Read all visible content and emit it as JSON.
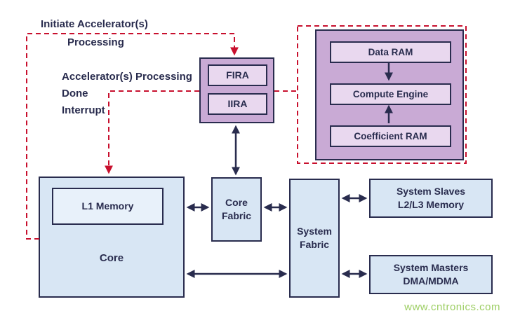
{
  "annotations": {
    "initiate": {
      "line1": "Initiate Accelerator(s)",
      "line2": "Processing"
    },
    "done": {
      "line1": "Accelerator(s) Processing",
      "line2": "Done",
      "line3": "Interrupt"
    }
  },
  "accelerator": {
    "fira": "FIRA",
    "iira": "IIRA"
  },
  "detail": {
    "data_ram": "Data RAM",
    "compute_engine": "Compute Engine",
    "coefficient_ram": "Coefficient RAM"
  },
  "core": {
    "label": "Core",
    "l1_memory": "L1 Memory"
  },
  "core_fabric": {
    "line1": "Core",
    "line2": "Fabric"
  },
  "system_fabric": {
    "line1": "System",
    "line2": "Fabric"
  },
  "system_slaves": {
    "line1": "System Slaves",
    "line2": "L2/L3 Memory"
  },
  "system_masters": {
    "line1": "System Masters",
    "line2": "DMA/MDMA"
  },
  "watermark": "www.cntronics.com",
  "colors": {
    "navy": "#292c4e",
    "block_blue": "#d8e6f4",
    "l1_blue": "#e8f1fa",
    "panel_purple": "#c9aad5",
    "inner_lavender": "#e9d8ef",
    "dashed_red": "#c8102e",
    "watermark_green": "#9dce64"
  }
}
